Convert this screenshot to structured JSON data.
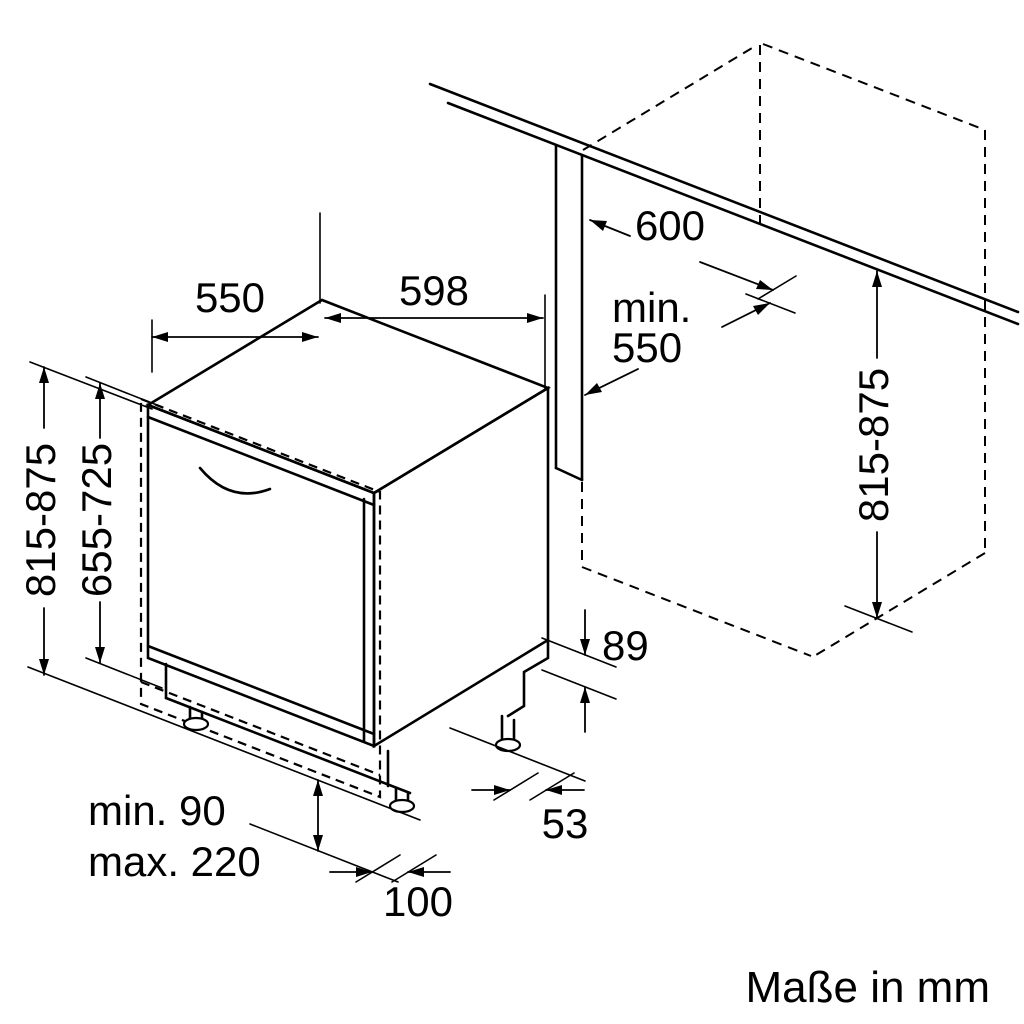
{
  "labels": {
    "top_depth": "550",
    "top_width": "598",
    "niche_depth": "600",
    "niche_width_min_prefix": "min.",
    "niche_width_min_value": "550",
    "appliance_height_range": "815-875",
    "door_panel_height_range": "655-725",
    "niche_height_range": "815-875",
    "rear_step_height": "89",
    "rear_foot_setback": "53",
    "front_foot_setback": "100",
    "plinth_min": "min. 90",
    "plinth_max": "max. 220",
    "units_note": "Maße in mm"
  },
  "colors": {
    "line": "#000000",
    "background": "#ffffff"
  }
}
